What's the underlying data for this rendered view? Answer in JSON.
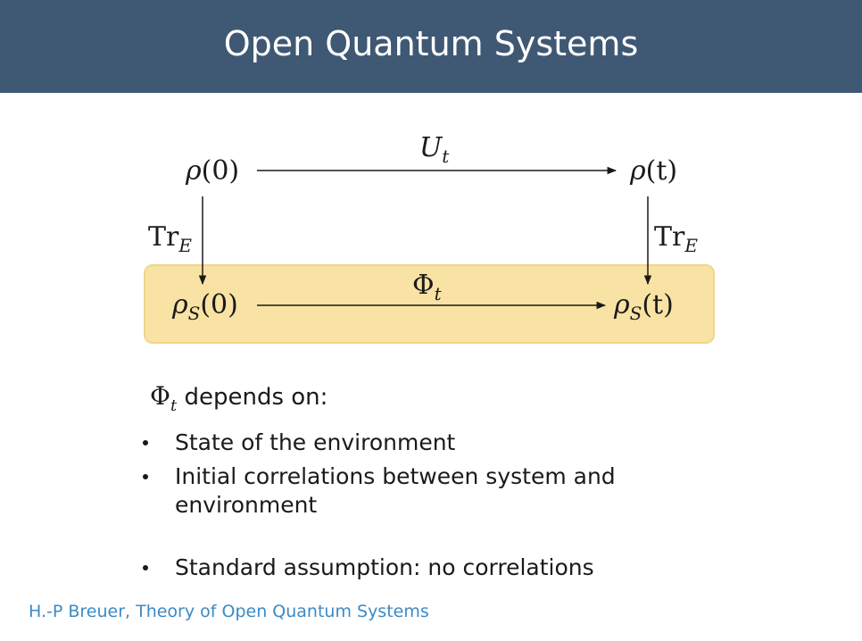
{
  "header": {
    "title": "Open Quantum Systems"
  },
  "diagram": {
    "nodes": {
      "total_initial": {
        "symbol": "ρ",
        "arg": "(0)"
      },
      "total_final": {
        "symbol": "ρ",
        "arg": "(t)"
      },
      "system_initial": {
        "symbol": "ρ",
        "sub": "S",
        "arg": "(0)"
      },
      "system_final": {
        "symbol": "ρ",
        "sub": "S",
        "arg": "(t)"
      }
    },
    "edges": {
      "unitary": {
        "symbol": "U",
        "sub": "t"
      },
      "dynamical_map": {
        "symbol": "Φ",
        "sub": "t"
      },
      "trace_left": {
        "symbol": "Tr",
        "sub": "E"
      },
      "trace_right": {
        "symbol": "Tr",
        "sub": "E"
      }
    },
    "colors": {
      "box_fill": "#f8e3a4",
      "box_border": "#f0d68a",
      "arrow": "#1a1a1a"
    }
  },
  "dependence": {
    "symbol": "Φ",
    "sub": "t",
    "text": "depends on:"
  },
  "bullets": [
    "State of the environment",
    "Initial correlations between system and environment",
    "Standard assumption: no correlations"
  ],
  "citation": "H.-P Breuer, Theory of Open Quantum Systems",
  "colors": {
    "header_bg": "#3f5873",
    "title_text": "#ffffff",
    "citation_text": "#3c8ac4"
  }
}
